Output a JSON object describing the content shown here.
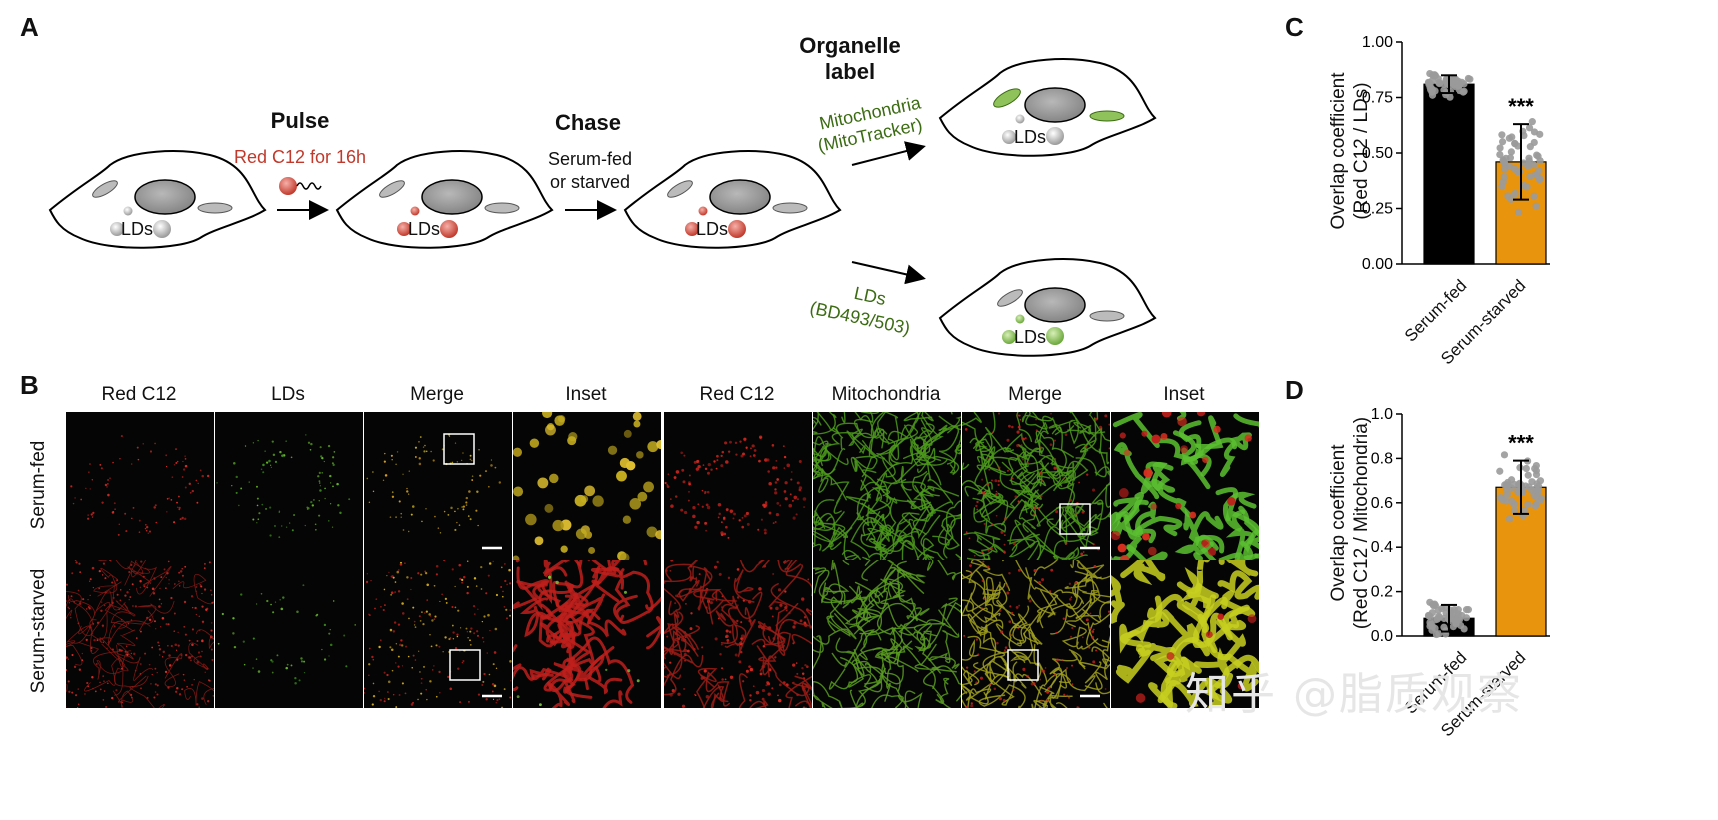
{
  "panels": {
    "A": "A",
    "B": "B",
    "C": "C",
    "D": "D"
  },
  "schematic": {
    "pulse_title": "Pulse",
    "pulse_text": "Red C12 for 16h",
    "chase_title": "Chase",
    "chase_line1": "Serum-fed",
    "chase_line2": "or starved",
    "organelle_line1": "Organelle",
    "organelle_line2": "label",
    "mito_line1": "Mitochondria",
    "mito_line2": "(MitoTracker)",
    "lds_line1": "LDs",
    "lds_line2": "(BD493/503)",
    "cell_label": "LDs"
  },
  "micrographs": {
    "columns": [
      "Red C12",
      "LDs",
      "Merge",
      "Inset",
      "Red C12",
      "Mitochondria",
      "Merge",
      "Inset"
    ],
    "rows": [
      "Serum-fed",
      "Serum-starved"
    ]
  },
  "colors": {
    "serum_fed": "#000000",
    "serum_starved": "#e8940c",
    "dots": "#9a9a9a",
    "red_c12": "#c0392b",
    "green_label": "#3b6b12"
  },
  "chart_data": [
    {
      "type": "bar",
      "panel": "C",
      "ylabel_line1": "Overlap coefficient",
      "ylabel_line2": "(Red C12 / LDs)",
      "ylim": [
        0,
        1.0
      ],
      "yticks": [
        "0.00",
        "0.25",
        "0.50",
        "0.75",
        "1.00"
      ],
      "ytick_values": [
        0,
        0.25,
        0.5,
        0.75,
        1.0
      ],
      "categories": [
        "Serum-fed",
        "Serum-starved"
      ],
      "values": [
        0.81,
        0.46
      ],
      "errors": [
        0.04,
        0.17
      ],
      "significance": [
        "",
        "***"
      ]
    },
    {
      "type": "bar",
      "panel": "D",
      "ylabel_line1": "Overlap coefficient",
      "ylabel_line2": "(Red C12 / Mitochondria)",
      "ylim": [
        0,
        1.0
      ],
      "yticks": [
        "0.0",
        "0.2",
        "0.4",
        "0.6",
        "0.8",
        "1.0"
      ],
      "ytick_values": [
        0,
        0.2,
        0.4,
        0.6,
        0.8,
        1.0
      ],
      "categories": [
        "Serum-fed",
        "Serum-starved"
      ],
      "values": [
        0.08,
        0.67
      ],
      "errors": [
        0.06,
        0.12
      ],
      "significance": [
        "",
        "***"
      ]
    }
  ],
  "watermark": "知乎 @脂质观察"
}
